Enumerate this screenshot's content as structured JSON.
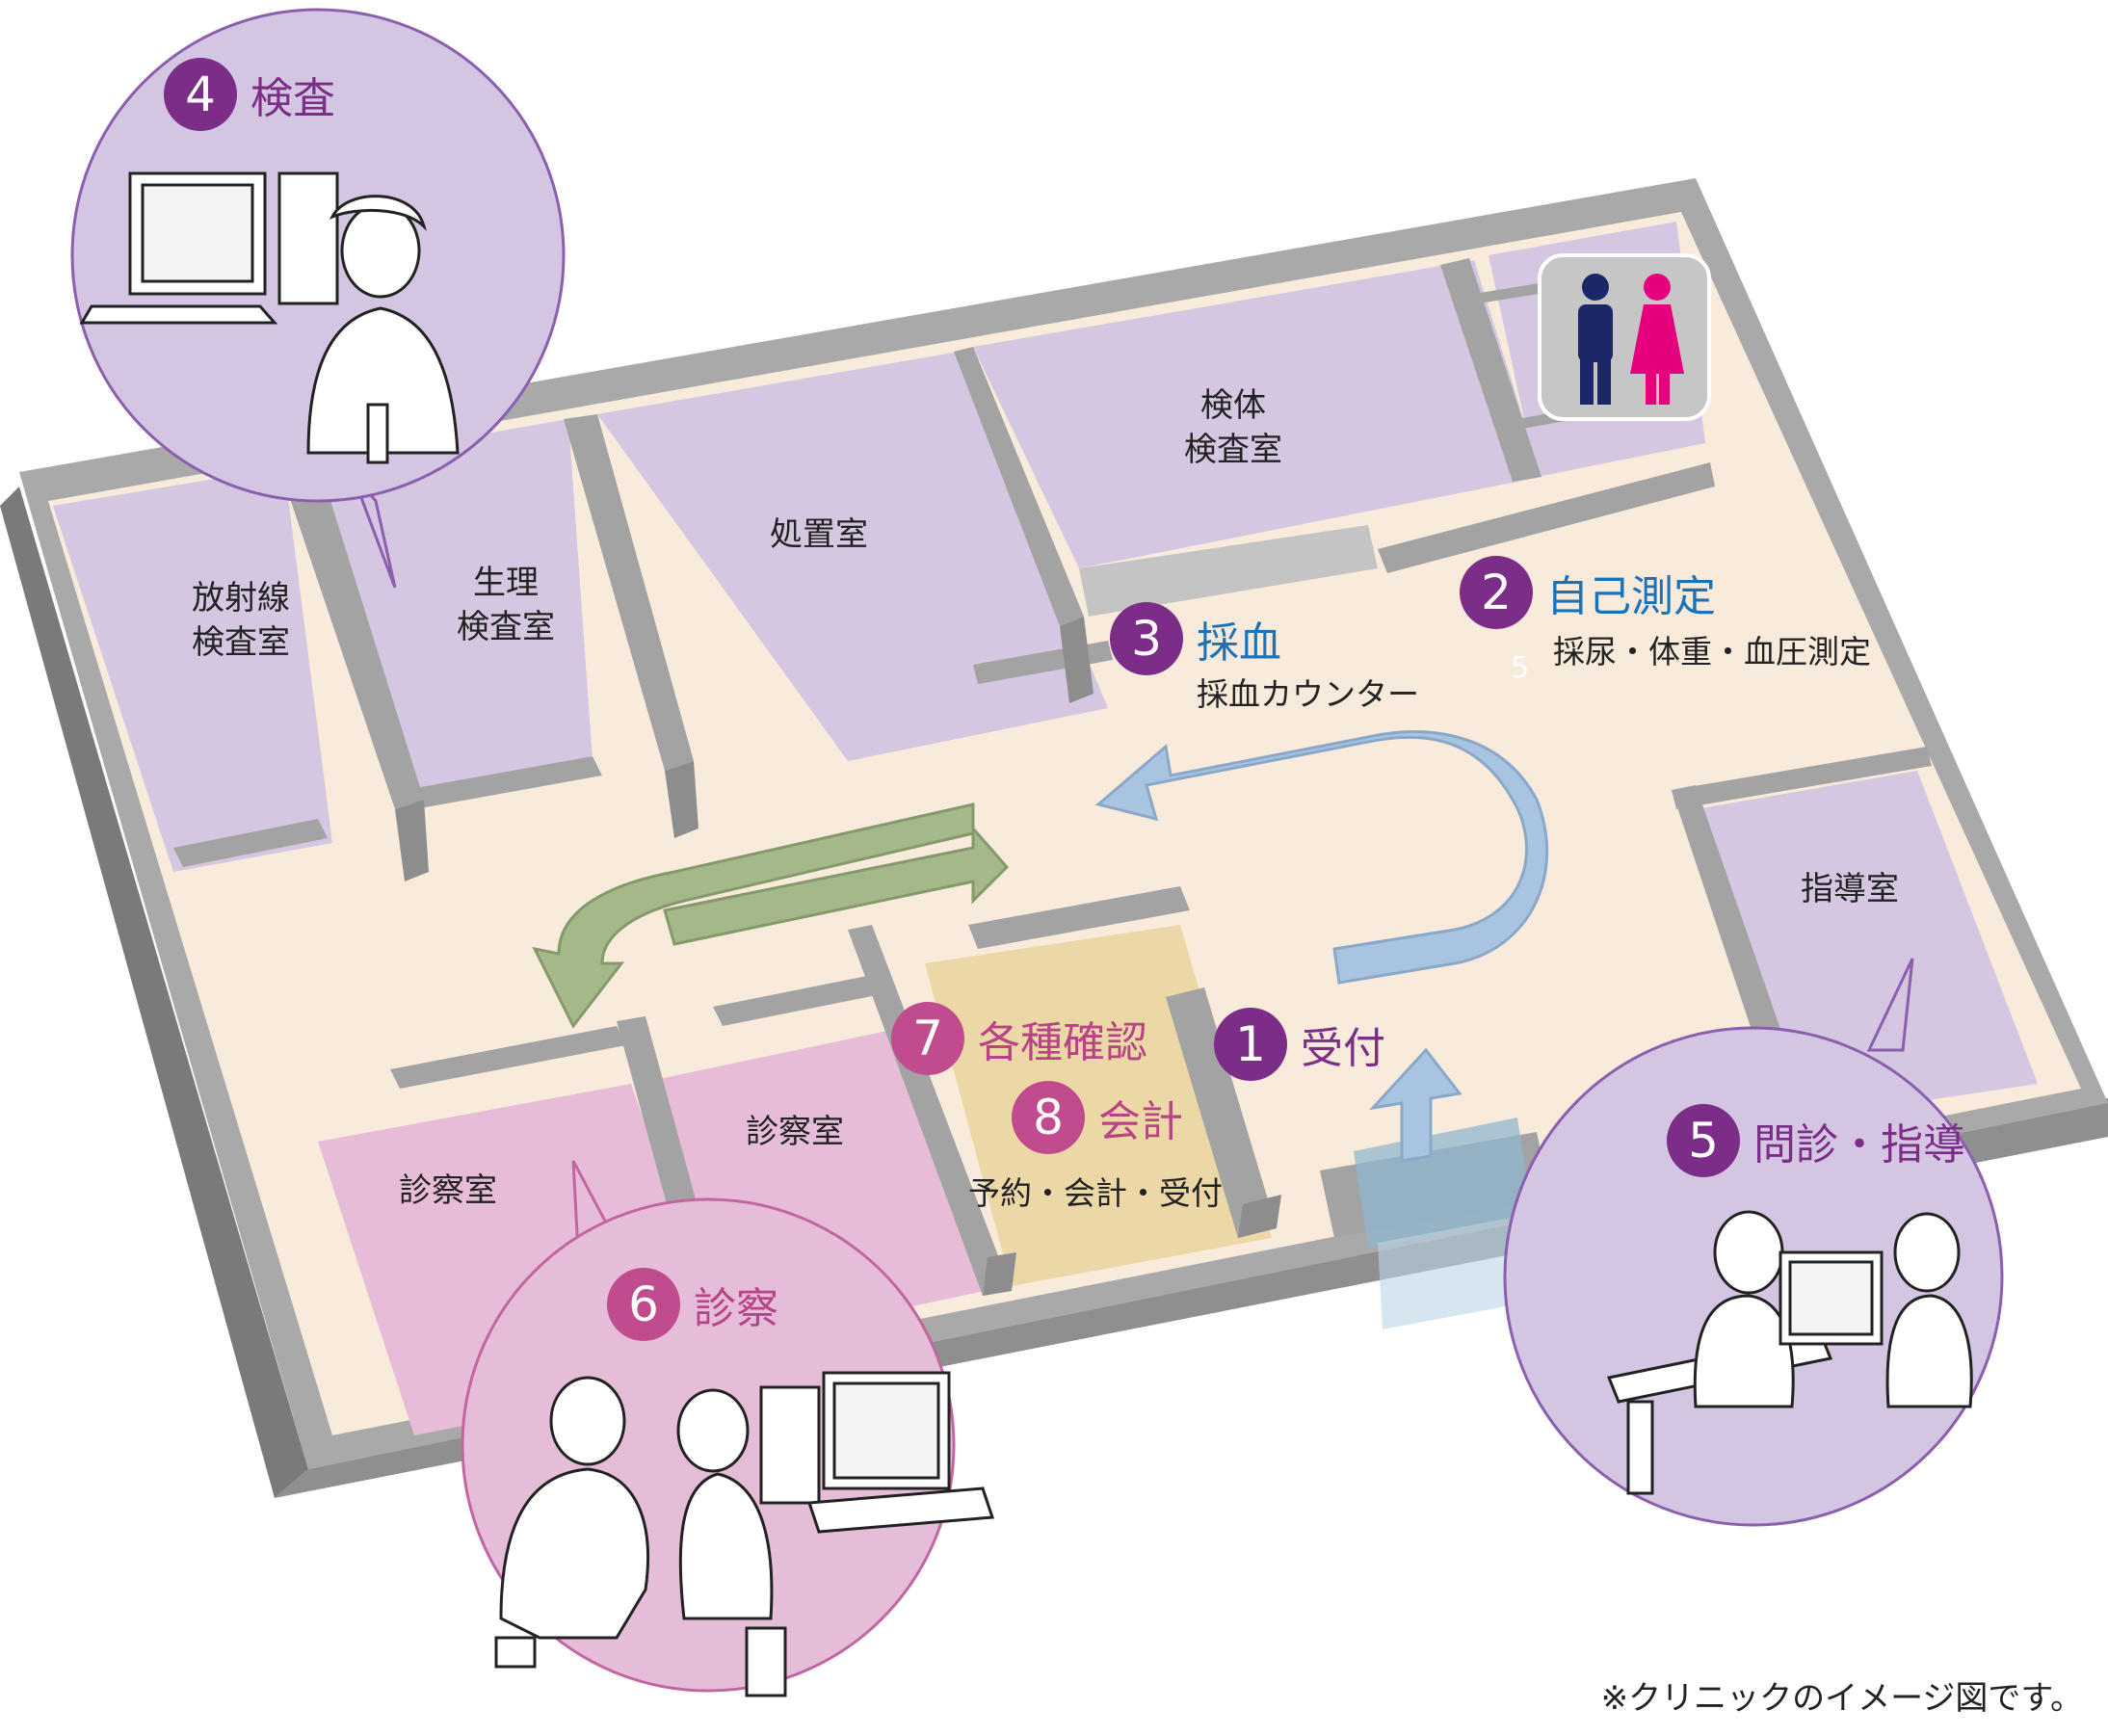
{
  "rooms": {
    "radiology": [
      "放射線",
      "検査室"
    ],
    "physiology": [
      "生理",
      "検査室"
    ],
    "treatment": "処置室",
    "specimen": [
      "検体",
      "検査室"
    ],
    "guidance": "指導室",
    "exam_left": "診察室",
    "exam_center": "診察室"
  },
  "steps": [
    {
      "num": "1",
      "title": "受付",
      "sub": ""
    },
    {
      "num": "2",
      "title": "自己測定",
      "sub": "採尿・体重・血圧測定"
    },
    {
      "num": "3",
      "title": "採血",
      "sub": "採血カウンター"
    },
    {
      "num": "4",
      "title": "検査",
      "sub": ""
    },
    {
      "num": "5",
      "title": "問診・指導",
      "sub": ""
    },
    {
      "num": "6",
      "title": "診察",
      "sub": ""
    },
    {
      "num": "7",
      "title": "各種確認",
      "sub": ""
    },
    {
      "num": "8",
      "title": "会計",
      "sub": "予約・会計・受付"
    }
  ],
  "stray_mark": "5",
  "note": "※クリニックのイメージ図です。",
  "colors": {
    "floor": "#f9ebdc",
    "room_purple": "#d5c6e1",
    "room_pink": "#e7bcd8",
    "counter": "#ecd7a6",
    "wall_top": "#adadad",
    "wall_side": "#8b8b8b",
    "wall_dark": "#6e6e6e",
    "arrow_blue": "#a9c4e1",
    "arrow_green": "#a5b88a",
    "circle_purple": "#7b2d87",
    "circle_pink": "#c04c8e",
    "text_purple": "#7b2d87",
    "text_pink": "#b84386",
    "text_blue": "#1a72b8",
    "bubble_purple": "#d4c6e2",
    "bubble_pink": "#e6bdd8",
    "male_icon": "#1c2767",
    "female_icon": "#e6007e"
  },
  "icons": [
    "male-restroom-icon",
    "female-restroom-icon",
    "computer-icon",
    "nurse-figure-icon",
    "doctor-figure-icon",
    "patient-figure-icon"
  ]
}
